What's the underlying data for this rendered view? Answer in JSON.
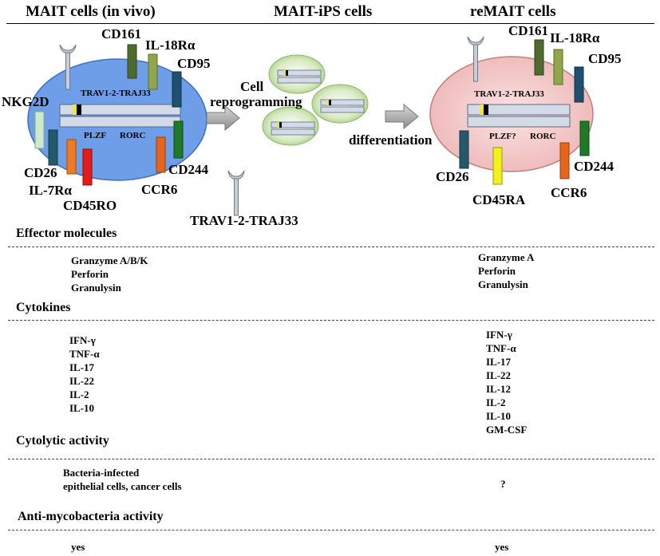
{
  "headers": {
    "in_vivo": "MAIT cells (in vivo)",
    "ips": "MAIT-iPS cells",
    "remait": "reMAIT cells"
  },
  "left_cell": {
    "receptors": [
      "CD161",
      "IL-18Rα",
      "CD95",
      "NKG2D",
      "CD26",
      "IL-7Rα",
      "CD45RO",
      "CCR6",
      "CD244"
    ],
    "gene_label": "TRAV1-2-TRAJ33",
    "transcription_factors": [
      "PLZF",
      "RORC"
    ]
  },
  "middle": {
    "step1": [
      "Cell",
      "reprogramming"
    ],
    "step2": "differentiation",
    "tcr_label": "TRAV1-2-TRAJ33"
  },
  "right_cell": {
    "receptors": [
      "CD161",
      "IL-18Rα",
      "CD95",
      "CD26",
      "CD45RA",
      "CCR6",
      "CD244"
    ],
    "gene_label": "TRAV1-2-TRAJ33",
    "transcription_factors": [
      "PLZF?",
      "RORC"
    ]
  },
  "sections": [
    {
      "title": "Effector molecules",
      "left": [
        "Granzyme A/B/K",
        "Perforin",
        "Granulysin"
      ],
      "right": [
        "Granzyme A",
        "Perforin",
        "Granulysin"
      ]
    },
    {
      "title": "Cytokines",
      "left": [
        "IFN-γ",
        "TNF-α",
        "IL-17",
        "IL-22",
        "IL-2",
        "IL-10"
      ],
      "right": [
        "IFN-γ",
        "TNF-α",
        "IL-17",
        "IL-22",
        "IL-12",
        "IL-2",
        "IL-10",
        "GM-CSF"
      ]
    },
    {
      "title": "Cytolytic activity",
      "left": [
        "Bacteria-infected",
        "epithelial cells, cancer cells"
      ],
      "right": [
        "?"
      ]
    },
    {
      "title": "Anti-mycobacteria activity",
      "left": [
        "yes"
      ],
      "right": [
        "yes"
      ]
    }
  ],
  "colors": {
    "left_cell_fill": "#6f9ee8",
    "right_cell_fill": "#f3c9c9",
    "ips_fill": "#cfe3b0",
    "cd161": "#4f6b2e",
    "il18ra": "#8fa64a",
    "cd95": "#1f4e6e",
    "nkg2d": "#ccebcc",
    "cd26": "#225a6b",
    "il7ra": "#f07a1e",
    "cd45ro": "#e31b1b",
    "ccr6": "#e8641a",
    "cd244": "#1e7a26",
    "cd45ra": "#f4f01e"
  }
}
